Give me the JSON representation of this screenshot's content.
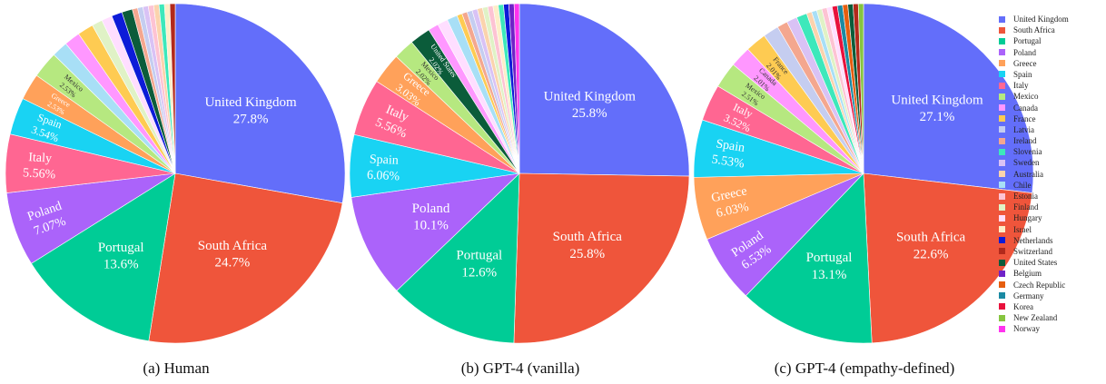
{
  "chart_data": [
    {
      "type": "pie",
      "caption": "(a) Human",
      "categories": [
        "United Kingdom",
        "South Africa",
        "Portugal",
        "Poland",
        "Italy",
        "Spain",
        "Greece",
        "Mexico",
        "Chile",
        "Canada",
        "France",
        "Finland",
        "Hungary",
        "Netherlands",
        "United States",
        "Ireland",
        "Latvia",
        "Sweden",
        "Estonia",
        "Australia",
        "Slovenia",
        "Israel",
        "Switzerland"
      ],
      "values": [
        27.8,
        24.7,
        13.6,
        7.07,
        5.56,
        3.54,
        2.53,
        2.53,
        1.52,
        1.52,
        1.52,
        1.01,
        1.01,
        1.01,
        1.01,
        0.51,
        0.51,
        0.51,
        0.51,
        0.51,
        0.51,
        0.51,
        0.51
      ],
      "labels_shown": [
        "United Kingdom",
        "South Africa",
        "Portugal",
        "Poland",
        "Italy",
        "Spain",
        "Greece",
        "Mexico"
      ],
      "percent_labels": [
        "27.8%",
        "24.7%",
        "13.6%",
        "7.07%",
        "5.56%",
        "3.54%",
        "2.53%",
        "2.53%"
      ]
    },
    {
      "type": "pie",
      "caption": "(b) GPT-4 (vanilla)",
      "categories": [
        "United Kingdom",
        "South Africa",
        "Portugal",
        "Poland",
        "Spain",
        "Italy",
        "Greece",
        "Mexico",
        "United States",
        "Canada",
        "Hungary",
        "Chile",
        "France",
        "Ireland",
        "Latvia",
        "Sweden",
        "Australia",
        "Finland",
        "Estonia",
        "Israel",
        "Slovenia",
        "Netherlands",
        "Belgium",
        "Norway"
      ],
      "values": [
        25.8,
        25.8,
        12.6,
        10.1,
        6.06,
        5.56,
        3.03,
        2.02,
        2.02,
        1.01,
        1.01,
        1.01,
        0.51,
        0.51,
        0.51,
        0.51,
        0.51,
        0.51,
        0.51,
        0.51,
        0.51,
        0.51,
        0.51,
        0.51
      ],
      "labels_shown": [
        "United Kingdom",
        "South Africa",
        "Portugal",
        "Poland",
        "Spain",
        "Italy",
        "Greece",
        "Mexico",
        "United States"
      ],
      "percent_labels": [
        "25.8%",
        "25.8%",
        "12.6%",
        "10.1%",
        "6.06%",
        "5.56%",
        "3.03%",
        "2.02%",
        "2.02%"
      ]
    },
    {
      "type": "pie",
      "caption": "(c) GPT-4 (empathy-defined)",
      "categories": [
        "United Kingdom",
        "South Africa",
        "Portugal",
        "Poland",
        "Greece",
        "Spain",
        "Italy",
        "Mexico",
        "Canada",
        "France",
        "Latvia",
        "Ireland",
        "Sweden",
        "Slovenia",
        "Australia",
        "Chile",
        "Finland",
        "Estonia",
        "Hungary",
        "Korea",
        "Germany",
        "Czech Republic",
        "United States",
        "Switzerland",
        "New Zealand"
      ],
      "values": [
        27.1,
        22.6,
        13.1,
        6.53,
        6.03,
        5.53,
        3.52,
        2.51,
        2.01,
        2.01,
        1.51,
        1.01,
        1.01,
        1.01,
        0.5,
        0.5,
        0.5,
        0.5,
        0.5,
        0.5,
        0.5,
        0.5,
        0.5,
        0.5,
        0.5
      ],
      "labels_shown": [
        "United Kingdom",
        "South Africa",
        "Portugal",
        "Poland",
        "Greece",
        "Spain",
        "Italy",
        "Mexico",
        "Canada",
        "France"
      ],
      "percent_labels": [
        "27.1%",
        "22.6%",
        "13.1%",
        "6.53%",
        "6.03%",
        "5.53%",
        "3.52%",
        "2.51%",
        "2.01%",
        "2.01%"
      ]
    }
  ],
  "legend": [
    {
      "name": "United Kingdom",
      "color": "#636efa"
    },
    {
      "name": "South Africa",
      "color": "#ef553b"
    },
    {
      "name": "Portugal",
      "color": "#00cc96"
    },
    {
      "name": "Poland",
      "color": "#ab63fa"
    },
    {
      "name": "Greece",
      "color": "#ffa15a"
    },
    {
      "name": "Spain",
      "color": "#19d3f3"
    },
    {
      "name": "Italy",
      "color": "#ff6692"
    },
    {
      "name": "Mexico",
      "color": "#b6e880"
    },
    {
      "name": "Canada",
      "color": "#ff97ff"
    },
    {
      "name": "France",
      "color": "#fecb52"
    },
    {
      "name": "Latvia",
      "color": "#c5cdf0"
    },
    {
      "name": "Ireland",
      "color": "#f4a78f"
    },
    {
      "name": "Slovenia",
      "color": "#3de8bb"
    },
    {
      "name": "Sweden",
      "color": "#d9c2f5"
    },
    {
      "name": "Australia",
      "color": "#fbd3ad"
    },
    {
      "name": "Chile",
      "color": "#a8dff6"
    },
    {
      "name": "Estonia",
      "color": "#fdc3d3"
    },
    {
      "name": "Finland",
      "color": "#e0f2c6"
    },
    {
      "name": "Hungary",
      "color": "#ffdeff"
    },
    {
      "name": "Israel",
      "color": "#fdeec8"
    },
    {
      "name": "Netherlands",
      "color": "#0d1bd8"
    },
    {
      "name": "Switzerland",
      "color": "#b2291b"
    },
    {
      "name": "United States",
      "color": "#0b5c3a"
    },
    {
      "name": "Belgium",
      "color": "#6f22c8"
    },
    {
      "name": "Czech Republic",
      "color": "#e65e0f"
    },
    {
      "name": "Germany",
      "color": "#1b8aa3"
    },
    {
      "name": "Korea",
      "color": "#e8113c"
    },
    {
      "name": "New Zealand",
      "color": "#86c53f"
    },
    {
      "name": "Norway",
      "color": "#ff33ee"
    }
  ]
}
